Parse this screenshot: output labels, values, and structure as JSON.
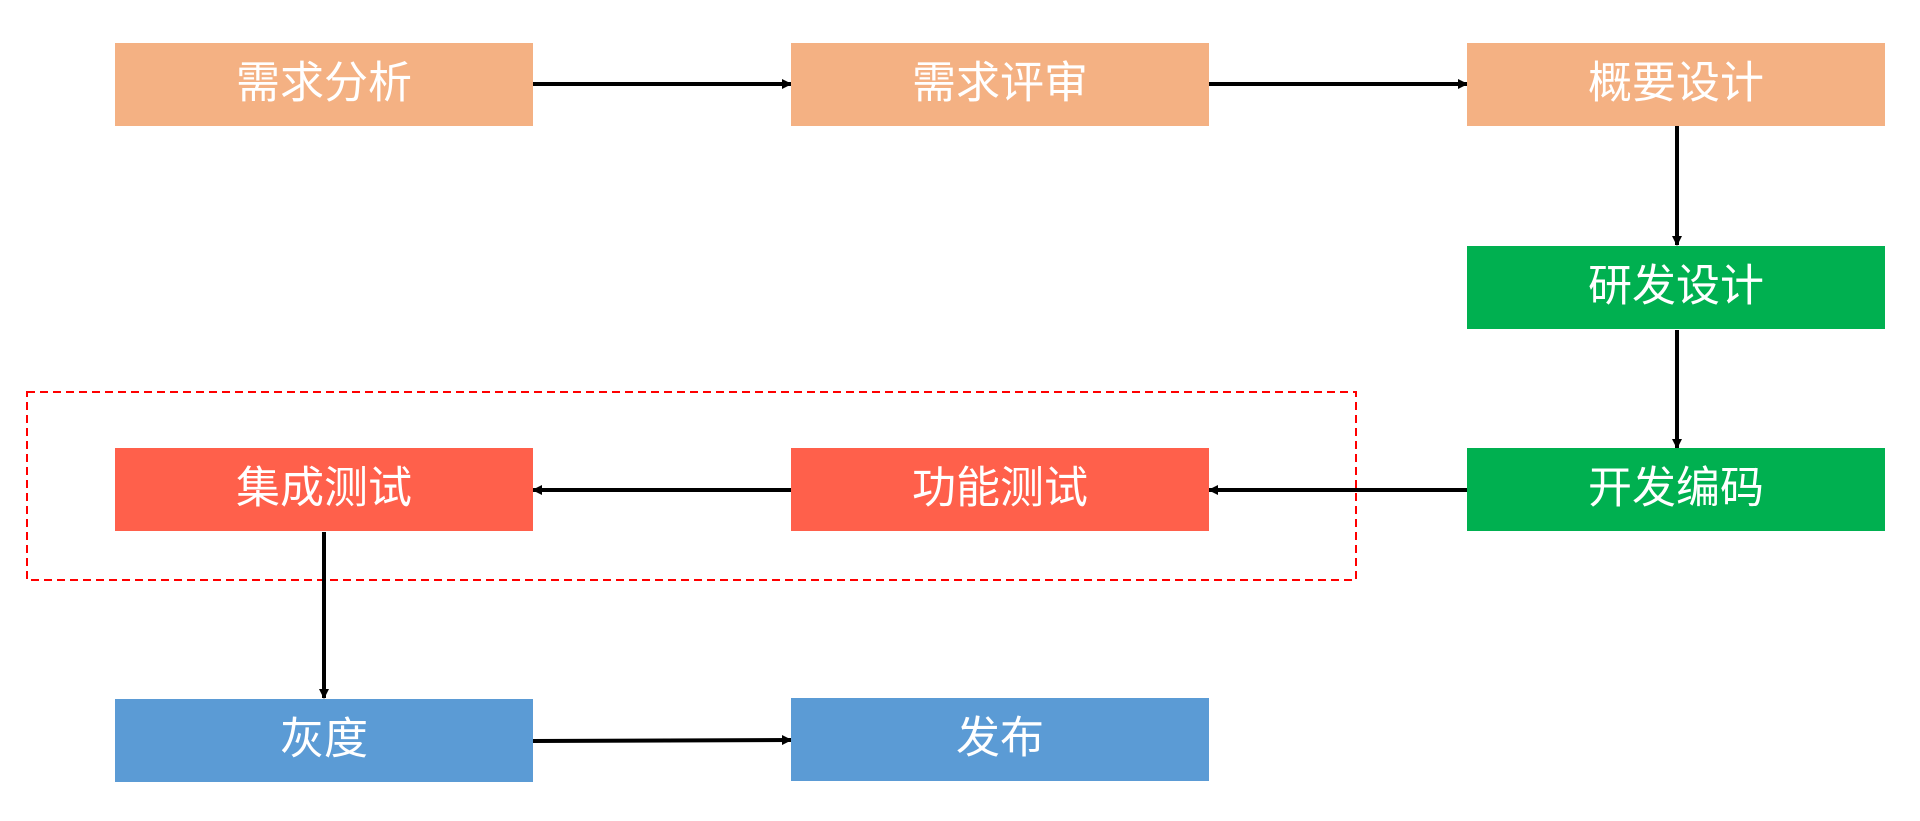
{
  "colors": {
    "requirement_phase": "#F4B183",
    "development_phase": "#00B050",
    "testing_phase": "#FF604B",
    "release_phase": "#5B9BD5",
    "arrow": "#000000",
    "highlight_border": "#FF0000",
    "label_text": "#FFFFFF"
  },
  "nodes": {
    "requirement_analysis": "需求分析",
    "requirement_review": "需求评审",
    "high_level_design": "概要设计",
    "rd_design": "研发设计",
    "development_coding": "开发编码",
    "functional_testing": "功能测试",
    "integration_testing": "集成测试",
    "gray_release": "灰度",
    "release": "发布"
  }
}
